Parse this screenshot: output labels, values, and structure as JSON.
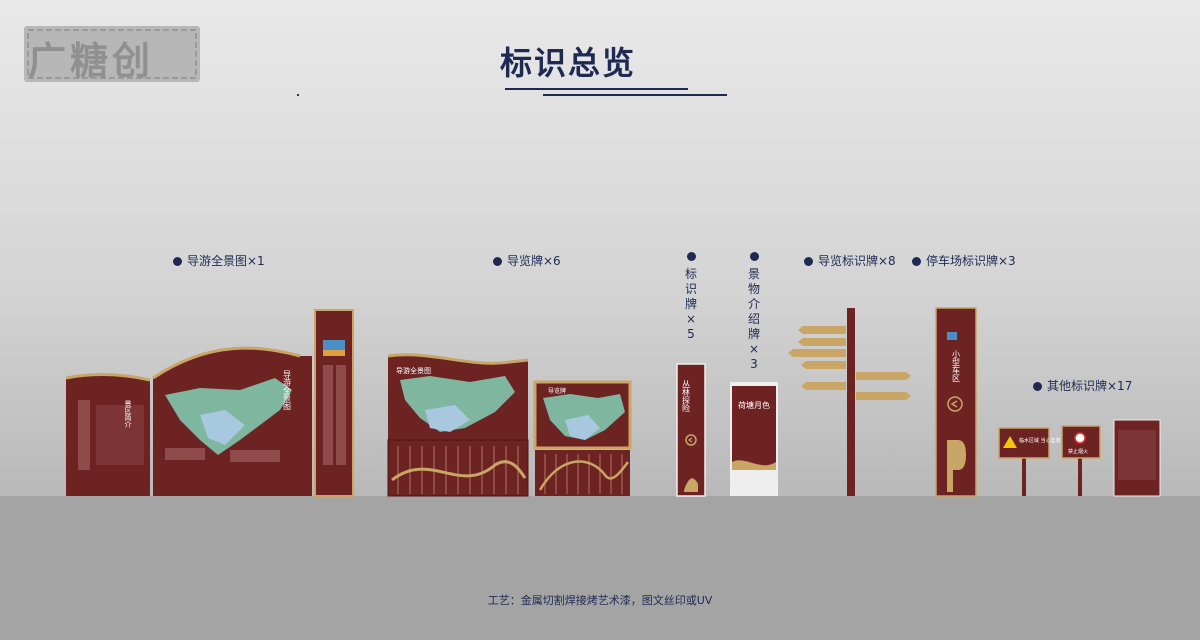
{
  "brand": {
    "logo_text": "广糖创"
  },
  "header": {
    "title": "标识总览"
  },
  "categories": [
    {
      "label": "导游全景图×1"
    },
    {
      "label": "导览牌×6"
    },
    {
      "chars": [
        "标",
        "识",
        "牌",
        "×",
        "5"
      ]
    },
    {
      "chars": [
        "景",
        "物",
        "介",
        "绍",
        "牌",
        "×",
        "3"
      ]
    },
    {
      "label": "导览标识牌×8"
    },
    {
      "label": "停车场标识牌×3"
    },
    {
      "label": "其他标识牌×17"
    }
  ],
  "sign_texts": {
    "panorama_title": "导游全景图",
    "panorama_side": "景区简介",
    "guide_title": "导游全景图",
    "guide_small": "导览牌",
    "forest_title": "丛林探险",
    "scene_title": "荷塘月色",
    "parking": "小型车区",
    "warn_water": "临水区域 当心坠落",
    "no_fire": "禁止烟火"
  },
  "colors": {
    "sign_brown": "#6e2323",
    "gold": "#c9a566",
    "navy": "#1e2a52"
  },
  "footer": {
    "craft": "工艺：金属切割焊接烤艺术漆，图文丝印或UV"
  }
}
